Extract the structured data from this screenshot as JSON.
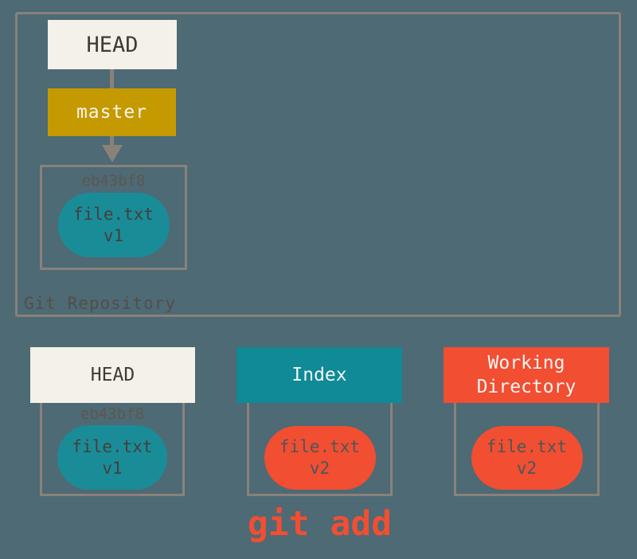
{
  "diagram": {
    "type": "git-staging-diagram",
    "caption": {
      "text": "git add",
      "color": "#f14e32"
    },
    "repository": {
      "label": "Git Repository",
      "head_ref": "HEAD",
      "branch_ref": "master",
      "commit": {
        "hash": "eb43bf8",
        "file_name": "file.txt",
        "file_version": "v1"
      }
    },
    "sections": [
      {
        "title": "HEAD",
        "hash": "eb43bf8",
        "file_name": "file.txt",
        "file_version": "v1",
        "header_color": "#f4f1e8",
        "blob_color": "#1a8c98"
      },
      {
        "title": "Index",
        "file_name": "file.txt",
        "file_version": "v2",
        "header_color": "#0f8a96",
        "blob_color": "#f14e32"
      },
      {
        "title": "Working Directory",
        "file_name": "file.txt",
        "file_version": "v2",
        "header_color": "#f14e32",
        "blob_color": "#f14e32"
      }
    ],
    "colors": {
      "background": "#4d6a75",
      "border": "#8a817a",
      "cream": "#f4f1e8",
      "gold": "#c49a00",
      "teal": "#0f8a96",
      "orange": "#f14e32",
      "hash_text": "#5d5750",
      "repo_label_text": "#534e48"
    }
  }
}
